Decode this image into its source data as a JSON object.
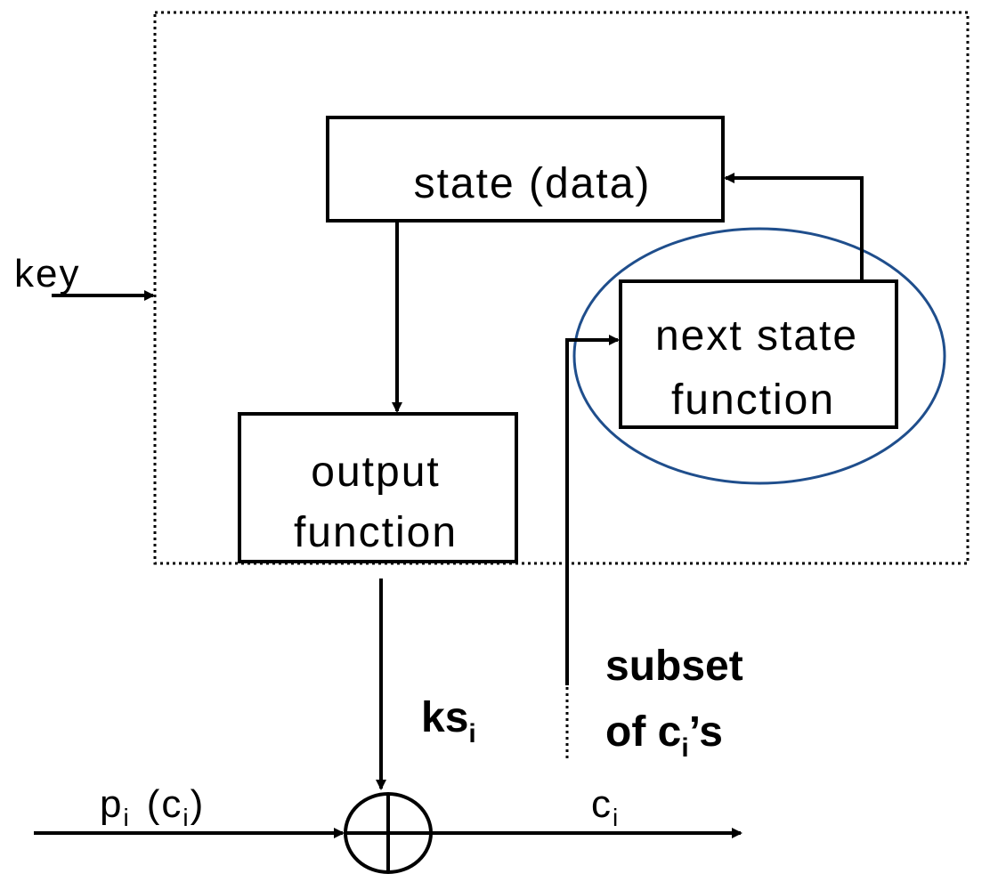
{
  "diagram": {
    "boxes": {
      "state": "state (data)",
      "next_state": [
        "next state",
        "function"
      ],
      "output": [
        "output",
        "function"
      ]
    },
    "inputs": {
      "key": "key",
      "plaintext": {
        "base": "p",
        "sub": "i",
        "paren_base": "(c",
        "paren_sub": "i",
        "paren_close": ")"
      }
    },
    "outputs": {
      "ciphertext": {
        "base": "c",
        "sub": "i"
      }
    },
    "keystream": {
      "base": "ks",
      "sub": "i"
    },
    "feedback": {
      "line1": "subset",
      "line2_pre": "of c",
      "line2_sub": "i",
      "line2_post": "’s"
    },
    "colors": {
      "ellipse": "#1f4e8c",
      "stroke": "#000000"
    }
  }
}
